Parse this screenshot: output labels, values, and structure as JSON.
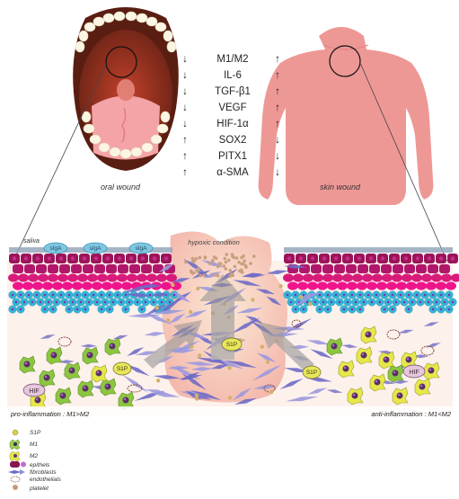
{
  "wounds": {
    "oral_label": "oral wound",
    "skin_label": "skin wound"
  },
  "comparison": [
    {
      "oral": "↓",
      "marker": "M1/M2",
      "skin": "↑"
    },
    {
      "oral": "↓",
      "marker": "IL-6",
      "skin": "↑"
    },
    {
      "oral": "↓",
      "marker": "TGF-β1",
      "skin": "↑"
    },
    {
      "oral": "↓",
      "marker": "VEGF",
      "skin": "↑"
    },
    {
      "oral": "↓",
      "marker": "HIF-1α",
      "skin": "↑"
    },
    {
      "oral": "↑",
      "marker": "SOX2",
      "skin": "↓"
    },
    {
      "oral": "↑",
      "marker": "PITX1",
      "skin": "↓"
    },
    {
      "oral": "↑",
      "marker": "α-SMA",
      "skin": "↓"
    }
  ],
  "tissue": {
    "saliva": "saliva",
    "siga": [
      "sIgA",
      "sIgA",
      "sIgA"
    ],
    "hypoxic": "hypoxic condition",
    "s1p_tags": [
      "S1P",
      "S1P",
      "S1P"
    ],
    "hif_left": "HIF",
    "hif_right": "HIF",
    "pro_inflammation": "pro-inflammation : M1>M2",
    "anti_inflammation": "anti-inflammation : M1<M2"
  },
  "legend": [
    {
      "icon": "s1p-dot-icon",
      "label": "S1P"
    },
    {
      "icon": "m1-macrophage-icon",
      "label": "M1"
    },
    {
      "icon": "m2-macrophage-icon",
      "label": "M2"
    },
    {
      "icon": "epithelial-cell-icon",
      "label": "epithels"
    },
    {
      "icon": "fibroblast-icon",
      "label": "fibroblasts"
    },
    {
      "icon": "endothelial-cell-icon",
      "label": "endothelials"
    },
    {
      "icon": "platelet-icon",
      "label": "platelet"
    }
  ],
  "colors": {
    "epithelium_dark": "#9b1458",
    "epithelium_mid": "#d81b7a",
    "epithelium_bright": "#f0148c",
    "basal_cyan": "#31b6d8",
    "wound_tissue": "#f6c9bd",
    "skin_body": "#f09a98",
    "mouth_dark": "#7a2a1c",
    "tongue": "#f6a7a7",
    "fibroblast": "#6f6cc6",
    "m1_green": "#8cc63f",
    "m2_yellow": "#e6e84a"
  }
}
